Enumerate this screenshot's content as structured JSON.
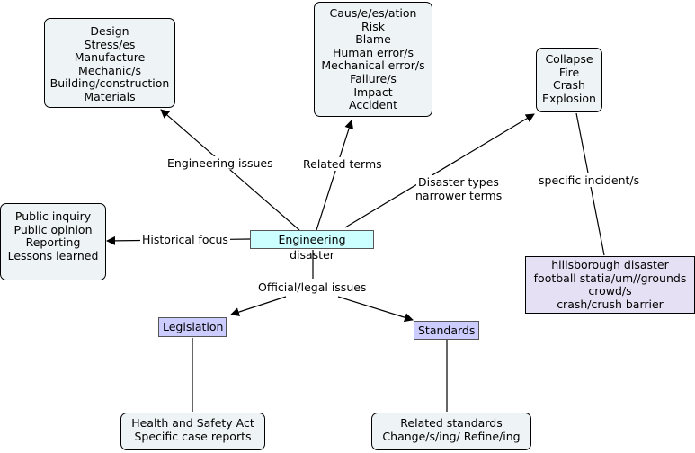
{
  "center": "Engineering disaster",
  "nodes": {
    "design": [
      "Design",
      "Stress/es",
      "Manufacture",
      "Mechanic/s",
      "Building/construction",
      "Materials"
    ],
    "related": [
      "Caus/e/es/ation",
      "Risk",
      "Blame",
      "Human error/s",
      "Mechanical error/s",
      "Failure/s",
      "Impact",
      "Accident"
    ],
    "disaster": [
      "Collapse",
      "Fire",
      "Crash",
      "Explosion"
    ],
    "public": [
      "Public inquiry",
      "Public opinion",
      "Reporting",
      "Lessons learned"
    ],
    "incident": [
      "hillsborough disaster",
      "football statia/um//grounds",
      "crowd/s",
      "crash/crush barrier"
    ],
    "legislation": "Legislation",
    "standards": "Standards",
    "health": [
      "Health and Safety Act",
      "Specific case reports"
    ],
    "related_std": [
      "Related standards",
      "Change/s/ing/ Refine/ing"
    ]
  },
  "links": {
    "engineering_issues": "Engineering issues",
    "related_terms": "Related terms",
    "disaster_types_1": "Disaster types",
    "disaster_types_2": "narrower terms",
    "specific_incident": "specific incident/s",
    "historical_focus": "Historical focus",
    "official_legal": "Official/legal issues"
  }
}
